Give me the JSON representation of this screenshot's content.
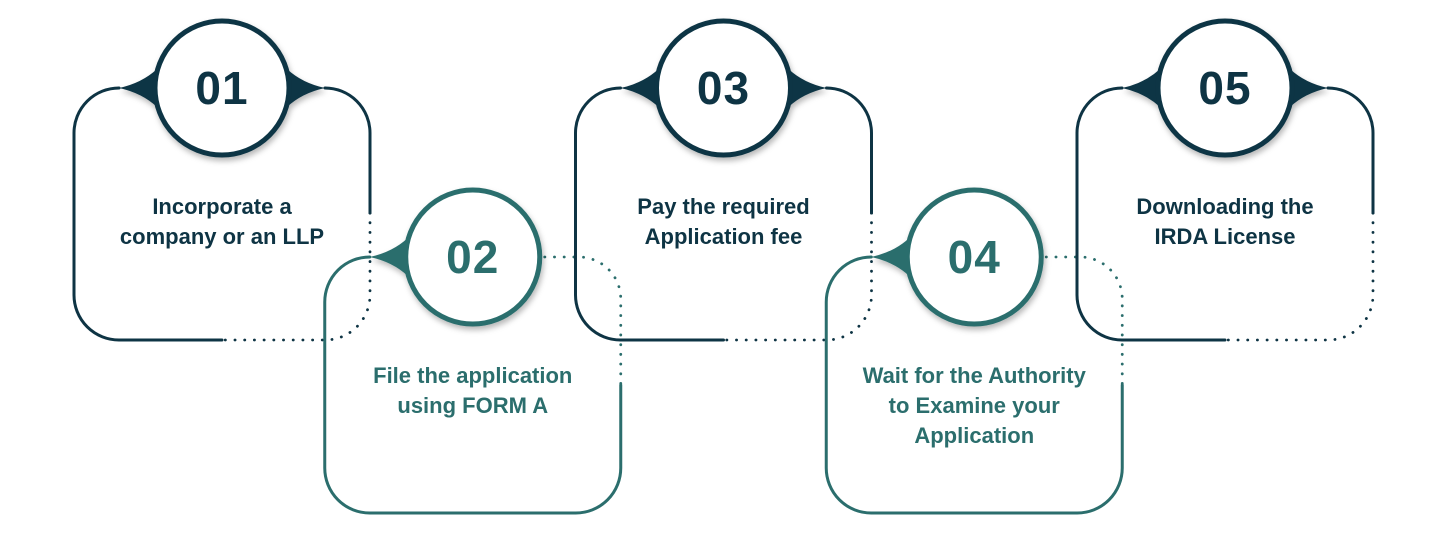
{
  "diagram": {
    "background": "#ffffff",
    "colors": {
      "navy": "#0e3444",
      "teal": "#2b6e6d"
    },
    "steps": [
      {
        "number": "01",
        "color": "navy",
        "position": "up",
        "label_lines": [
          "Incorporate a",
          "company or an LLP"
        ]
      },
      {
        "number": "02",
        "color": "teal",
        "position": "down",
        "label_lines": [
          "File the application",
          "using FORM A"
        ]
      },
      {
        "number": "03",
        "color": "navy",
        "position": "up",
        "label_lines": [
          "Pay the required",
          "Application fee"
        ]
      },
      {
        "number": "04",
        "color": "teal",
        "position": "down",
        "label_lines": [
          "Wait for the Authority",
          "to Examine your",
          "Application"
        ]
      },
      {
        "number": "05",
        "color": "navy",
        "position": "up",
        "label_lines": [
          "Downloading the",
          "IRDA License"
        ]
      }
    ]
  }
}
